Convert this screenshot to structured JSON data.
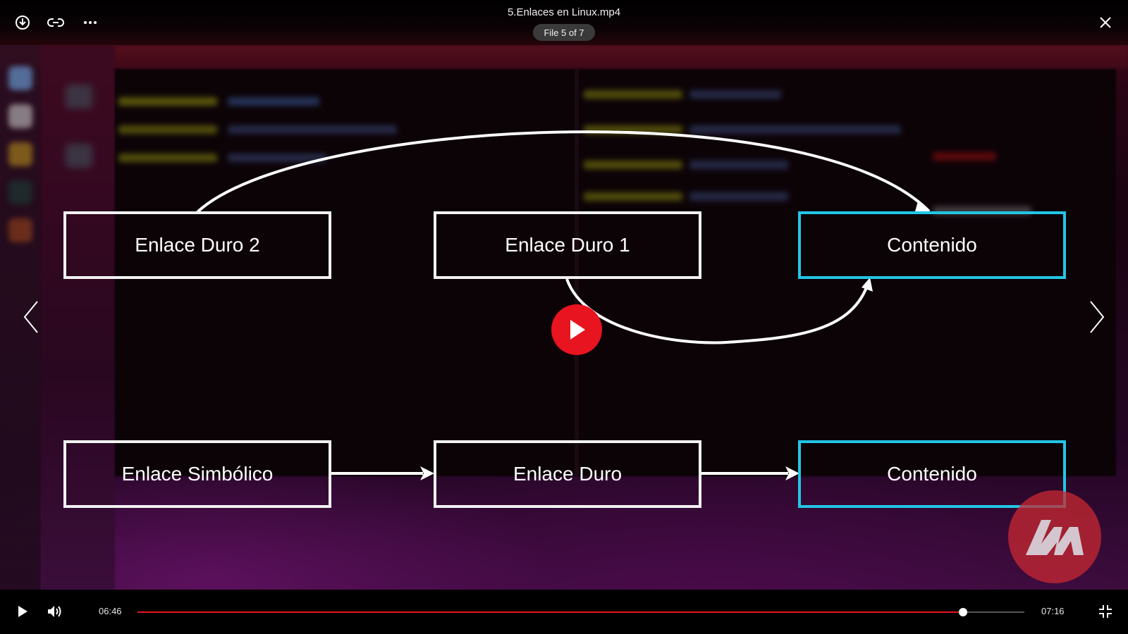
{
  "header": {
    "title": "5.Enlaces en Linux.mp4",
    "counter": "File 5 of 7"
  },
  "diagram": {
    "row1": [
      "Enlace Duro 2",
      "Enlace Duro 1",
      "Contenido"
    ],
    "row2": [
      "Enlace Simbólico",
      "Enlace Duro",
      "Contenido"
    ]
  },
  "player": {
    "current_time": "06:46",
    "total_time": "07:16",
    "progress": 0.931
  },
  "colors": {
    "accent": "#e8141f",
    "content_box": "#22c6e6",
    "link_box": "#f2f2f2"
  },
  "icons": [
    "download-icon",
    "link-icon",
    "more-icon",
    "close-icon",
    "prev-arrow-icon",
    "next-arrow-icon",
    "play-icon",
    "volume-icon",
    "fullscreen-exit-icon"
  ]
}
